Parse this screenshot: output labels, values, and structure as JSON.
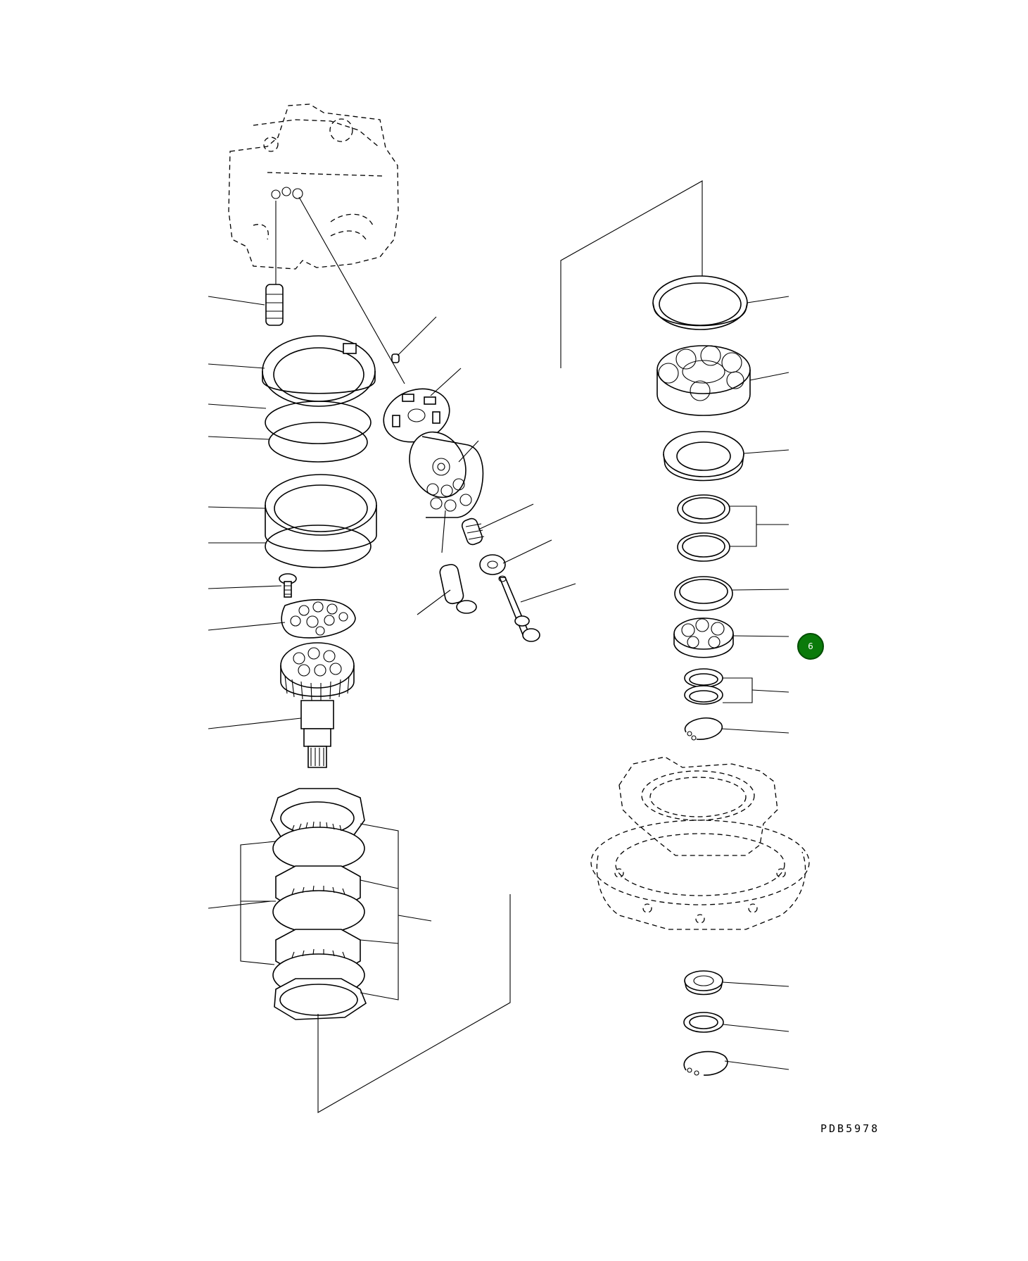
{
  "diagram": {
    "drawing_code": "PDB5978",
    "callouts": [
      {
        "id": "6",
        "label": "6",
        "color": "#0a7a0a"
      }
    ]
  }
}
